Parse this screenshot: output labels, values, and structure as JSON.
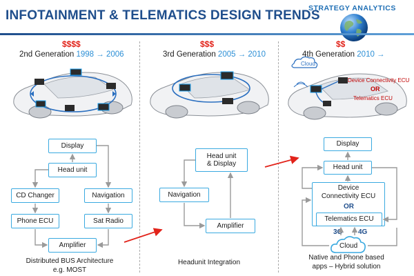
{
  "header": {
    "title": "INFOTAINMENT & TELEMATICS DESIGN TRENDS",
    "brand": "STRATEGY ANALYTICS"
  },
  "gen2": {
    "cost": "$$$$",
    "title_prefix": "2nd Generation ",
    "year_range": "1998 → 2006",
    "boxes": {
      "display": "Display",
      "head_unit": "Head unit",
      "cd_changer": "CD Changer",
      "navigation": "Navigation",
      "phone_ecu": "Phone ECU",
      "sat_radio": "Sat Radio",
      "amplifier": "Amplifier"
    },
    "caption_line1": "Distributed BUS Architecture",
    "caption_line2": "e.g. MOST"
  },
  "gen3": {
    "cost": "$$$",
    "title_prefix": "3rd Generation ",
    "year_range": "2005 → 2010",
    "boxes": {
      "head_unit_display_1": "Head unit",
      "head_unit_display_2": "& Display",
      "navigation": "Navigation",
      "amplifier": "Amplifier"
    },
    "caption": "Headunit Integration"
  },
  "gen4": {
    "cost": "$$",
    "title_prefix": "4th Generation ",
    "year_range": "2010 →",
    "cloud_top": "Cloud",
    "device_ecu_label": "Device Connectivity ECU",
    "or_label": "OR",
    "telematics_ecu_label": "Telematics ECU",
    "boxes": {
      "display": "Display",
      "head_unit": "Head unit",
      "device_conn_1": "Device",
      "device_conn_2": "Connectivity ECU",
      "or": "OR",
      "telematics_ecu": "Telematics ECU",
      "cloud": "Cloud"
    },
    "net_3g": "3G",
    "net_4g": "4G",
    "caption_line1": "Native and Phone based",
    "caption_line2": "apps – Hybrid solution"
  },
  "colors": {
    "title_blue": "#1f4e8c",
    "box_border": "#39a9e0",
    "arrow_gray": "#9a9a9a",
    "cost_red": "#e2231a",
    "year_blue": "#2c8fd6",
    "transition_red": "#e2231a"
  }
}
